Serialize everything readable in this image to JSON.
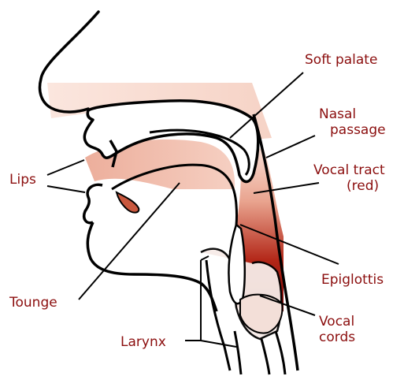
{
  "labels": {
    "soft_palate": "Soft palate",
    "nasal_passage_line1": "Nasal",
    "nasal_passage_line2": "passage",
    "vocal_tract_line1": "Vocal tract",
    "vocal_tract_line2": "(red)",
    "lips": "Lips",
    "epiglottis": "Epiglottis",
    "tounge": "Tounge",
    "vocal_cords_line1": "Vocal",
    "vocal_cords_line2": "cords",
    "larynx": "Larynx"
  },
  "colors": {
    "label_text": "#8b0e0e",
    "outline": "#000000",
    "vocal_tract_dark": "#8a0a0a",
    "vocal_tract_light": "#f9dcd3"
  }
}
